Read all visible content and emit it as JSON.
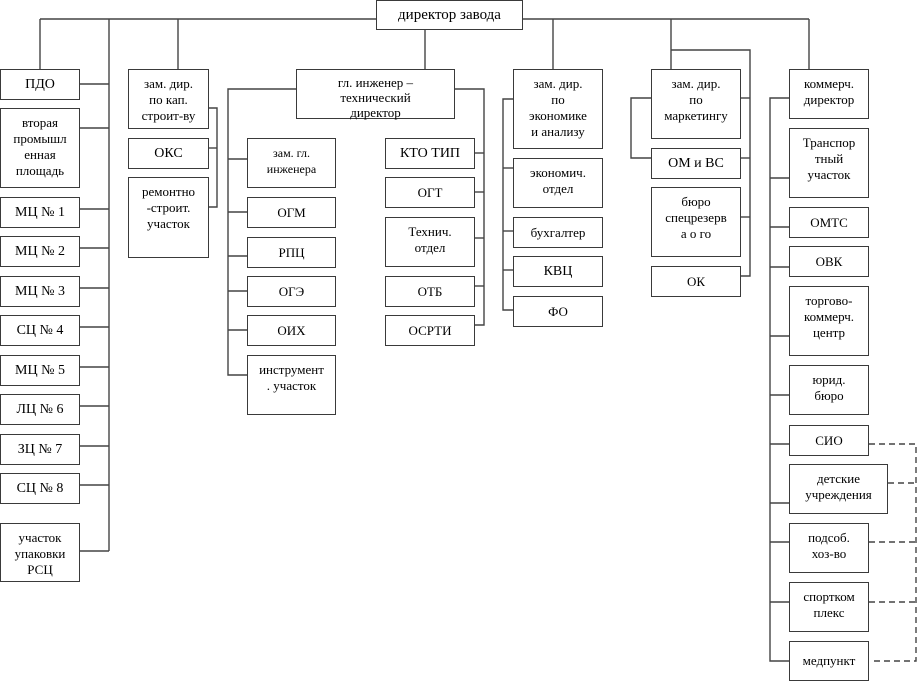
{
  "title": "директор завода",
  "columns": {
    "production": {
      "items": [
        "ПДО",
        "вторая\nпромышл\nенная\nплощадь",
        "МЦ № 1",
        "МЦ № 2",
        "МЦ № 3",
        "СЦ № 4",
        "МЦ № 5",
        "ЛЦ № 6",
        "ЗЦ № 7",
        "СЦ № 8",
        "участок\nупаковки\nРСЦ"
      ]
    },
    "capital": {
      "head": "зам. дир.\nпо кап.\nстроит-ву",
      "items": [
        "ОКС",
        "ремонтно\n-строит.\nучасток"
      ]
    },
    "chief_engineer": {
      "head": "гл. инженер –\nтехнический\nдиректор",
      "left_items": [
        "зам. гл.\nинженера",
        "ОГМ",
        "РПЦ",
        "ОГЭ",
        "ОИХ",
        "инструмент\n. участок"
      ],
      "right_items": [
        "КТО ТИП",
        "ОГТ",
        "Технич.\nотдел",
        "ОТБ",
        "ОСРТИ"
      ]
    },
    "economics": {
      "head": "зам. дир.\nпо\nэкономике\nи анализу",
      "items": [
        "экономич.\nотдел",
        "бухгалтер",
        "КВЦ",
        "ФО"
      ]
    },
    "marketing": {
      "head": "зам. дир.\nпо\nмаркетингу",
      "items": [
        "ОМ и ВС",
        "бюро\nспецрезерв\nа о го",
        "ОК"
      ]
    },
    "commercial": {
      "head": "коммерч.\nдиректор",
      "items": [
        "Транспор\nтный\nучасток",
        "ОМТС",
        "ОВК",
        "торгово-\nкоммерч.\nцентр",
        "юрид.\nбюро",
        "СИО",
        "детские\nучреждения",
        "подсоб.\nхоз-во",
        "спортком\nплекс",
        "медпункт"
      ]
    }
  }
}
